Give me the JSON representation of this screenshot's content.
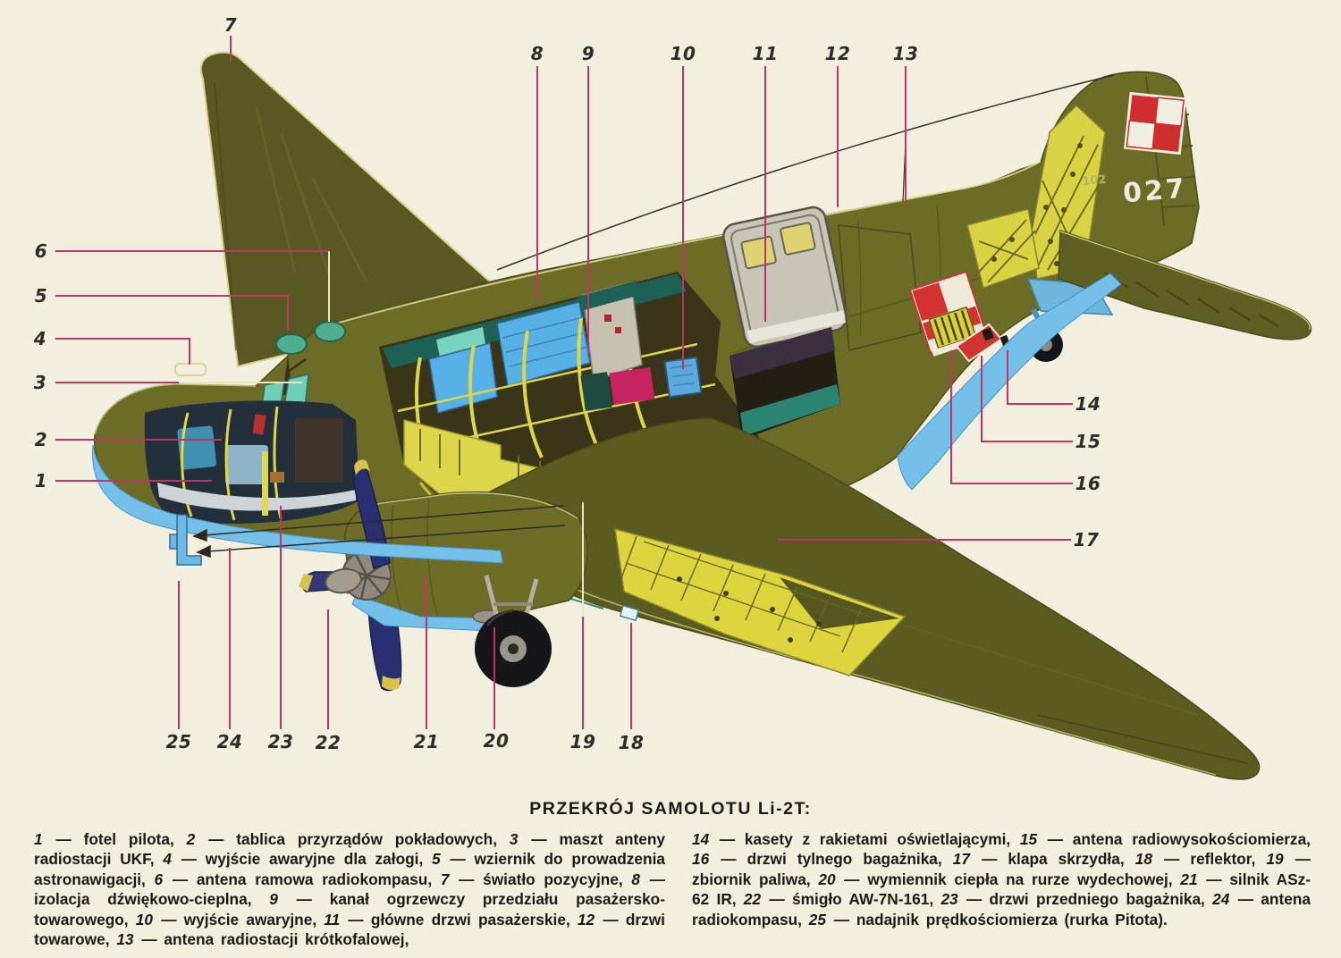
{
  "title": "PRZEKRÓJ SAMOLOTU Li-2T:",
  "tail": {
    "number": "027",
    "code": "102"
  },
  "callouts": [
    {
      "n": "1"
    },
    {
      "n": "2"
    },
    {
      "n": "3"
    },
    {
      "n": "4"
    },
    {
      "n": "5"
    },
    {
      "n": "6"
    },
    {
      "n": "7"
    },
    {
      "n": "8"
    },
    {
      "n": "9"
    },
    {
      "n": "10"
    },
    {
      "n": "11"
    },
    {
      "n": "12"
    },
    {
      "n": "13"
    },
    {
      "n": "14"
    },
    {
      "n": "15"
    },
    {
      "n": "16"
    },
    {
      "n": "17"
    },
    {
      "n": "18"
    },
    {
      "n": "19"
    },
    {
      "n": "20"
    },
    {
      "n": "21"
    },
    {
      "n": "22"
    },
    {
      "n": "23"
    },
    {
      "n": "24"
    },
    {
      "n": "25"
    }
  ],
  "legend": {
    "separator": "—",
    "columns": [
      {
        "items": [
          {
            "n": "1",
            "t": "fotel pilota,"
          },
          {
            "n": "2",
            "t": "tablica przyrządów pokładowych,"
          },
          {
            "n": "3",
            "t": "maszt anteny radiostacji UKF,"
          },
          {
            "n": "4",
            "t": "wyjście awaryjne dla załogi,"
          },
          {
            "n": "5",
            "t": "wziernik do prowadzenia astronawigacji,"
          },
          {
            "n": "6",
            "t": "antena ramowa radiokompasu,"
          },
          {
            "n": "7",
            "t": "światło pozycyjne,"
          },
          {
            "n": "8",
            "t": "izolacja dźwiękowo-cieplna,"
          },
          {
            "n": "9",
            "t": "kanał ogrzewczy przedziału pasażersko-towarowego,"
          },
          {
            "n": "10",
            "t": "wyjście awaryjne,"
          },
          {
            "n": "11",
            "t": "główne drzwi pasażerskie,"
          },
          {
            "n": "12",
            "t": "drzwi towarowe,"
          },
          {
            "n": "13",
            "t": "antena radiostacji krótkofalowej,"
          }
        ]
      },
      {
        "items": [
          {
            "n": "14",
            "t": "kasety z rakietami oświetlającymi,"
          },
          {
            "n": "15",
            "t": "antena radiowysokościomierza,"
          },
          {
            "n": "16",
            "t": "drzwi tylnego bagażnika,"
          },
          {
            "n": "17",
            "t": "klapa skrzydła,"
          },
          {
            "n": "18",
            "t": "reflektor,"
          },
          {
            "n": "19",
            "t": "zbiornik paliwa,"
          },
          {
            "n": "20",
            "t": "wymiennik ciepła na rurze wydechowej,"
          },
          {
            "n": "21",
            "t": "silnik ASz-62 IR,"
          },
          {
            "n": "22",
            "t": "śmigło AW-7N-161,"
          },
          {
            "n": "23",
            "t": "drzwi przedniego bagażnika,"
          },
          {
            "n": "24",
            "t": "antena radiokompasu,"
          },
          {
            "n": "25",
            "t": "nadajnik prędkościomierza (rurka Pitota)."
          }
        ]
      }
    ]
  },
  "colors": {
    "background": "#f2efdf",
    "airframe_olive": "#6c6c27",
    "belly_blue": "#74c0e8",
    "interior_yellow": "#ddd54a",
    "callout_line": "#c23467",
    "insignia_red": "#cf2e2e",
    "insignia_white": "#f1eee2"
  }
}
